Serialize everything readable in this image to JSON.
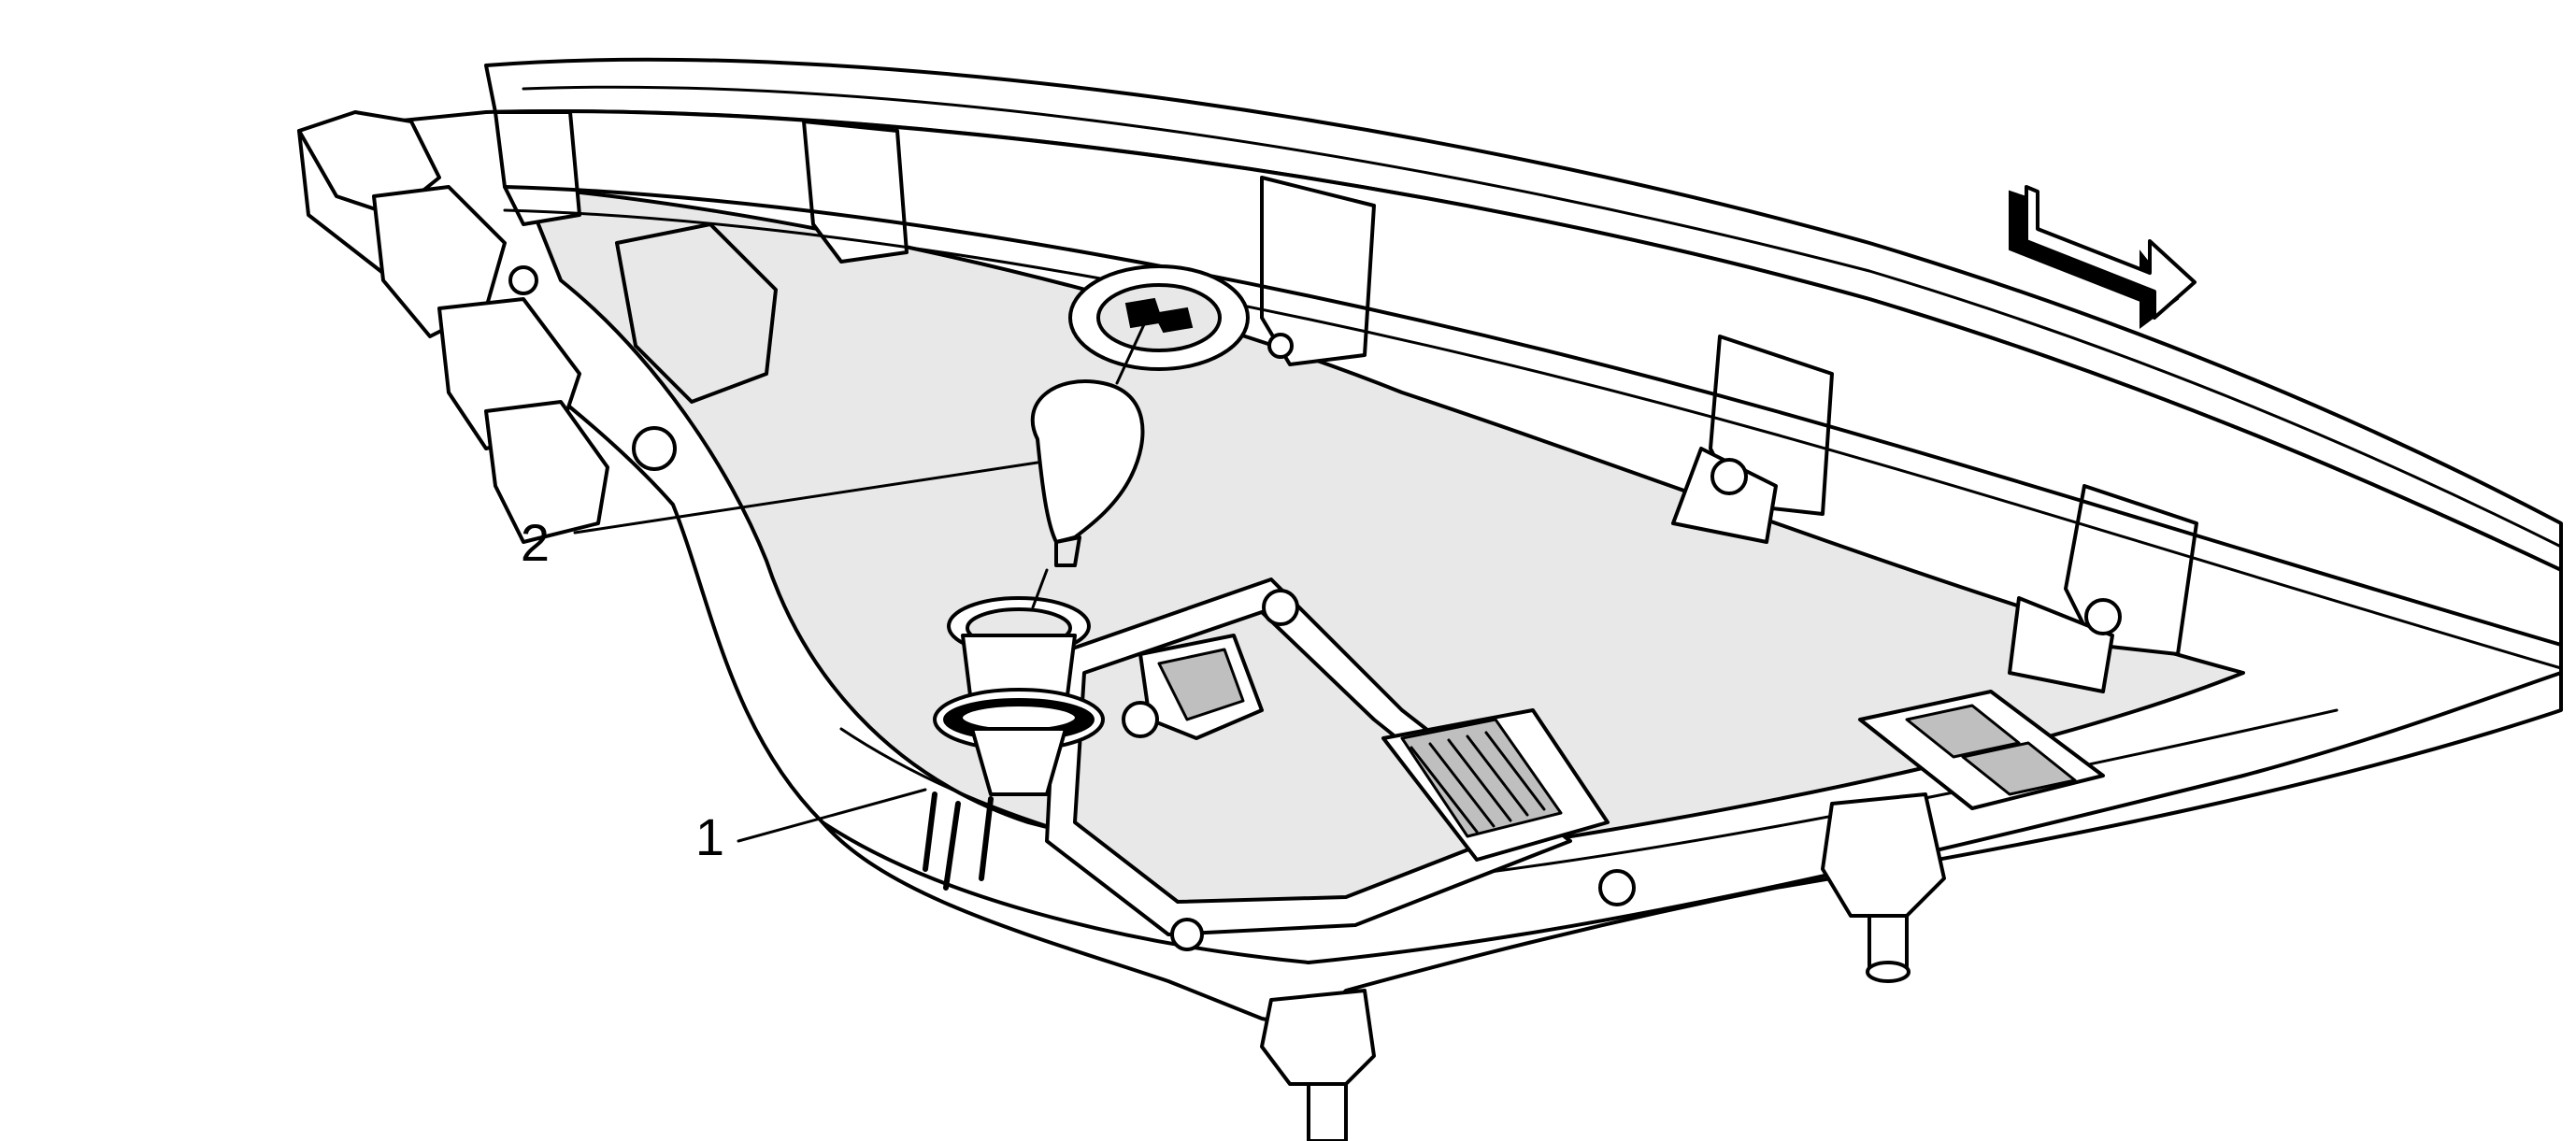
{
  "callouts": [
    {
      "id": "1",
      "label": "1"
    },
    {
      "id": "2",
      "label": "2"
    }
  ],
  "icons": [
    "direction-arrow-icon"
  ],
  "colors": {
    "line": "#000000",
    "background": "#ffffff",
    "shade": "#e8e8e8"
  }
}
